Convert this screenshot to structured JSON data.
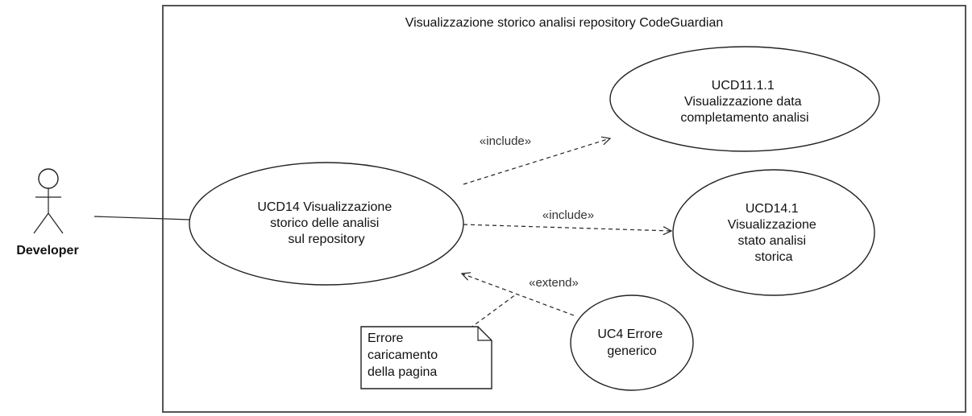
{
  "diagram": {
    "system_title": "Visualizzazione storico analisi repository CodeGuardian",
    "actor": {
      "label": "Developer"
    },
    "use_cases": {
      "main": {
        "lines": [
          "UCD14 Visualizzazione",
          "storico delle analisi",
          "sul repository"
        ]
      },
      "date": {
        "lines": [
          "UCD11.1.1",
          "Visualizzazione data",
          "completamento analisi"
        ]
      },
      "state": {
        "lines": [
          "UCD14.1",
          "Visualizzazione",
          "stato analisi",
          "storica"
        ]
      },
      "error": {
        "lines": [
          "UC4 Errore",
          "generico"
        ]
      }
    },
    "relations": {
      "include_date": "«include»",
      "include_state": "«include»",
      "extend_error": "«extend»"
    },
    "note": {
      "lines": [
        "Errore",
        "caricamento",
        "della pagina"
      ]
    },
    "colors": {
      "stroke": "#222222",
      "background": "#ffffff"
    }
  }
}
